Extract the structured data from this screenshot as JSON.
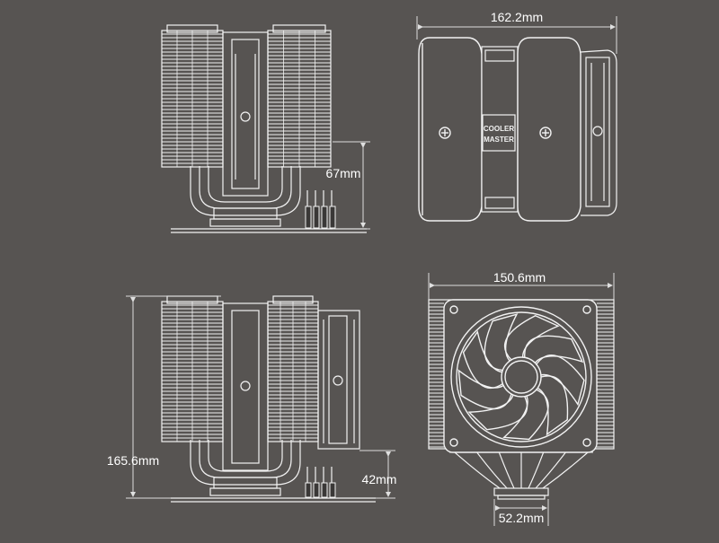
{
  "colors": {
    "background": "#575452",
    "line": "#f2f2f2",
    "dim": "#dcdcdc",
    "fill_dark": "#3a3837"
  },
  "logo": {
    "line1": "COOLER",
    "line2": "MASTER"
  },
  "dimensions": {
    "top_width": "162.2mm",
    "clearance_top_view": "67mm",
    "total_height": "165.6mm",
    "clearance_side_view": "42mm",
    "front_width": "150.6mm",
    "base_width": "52.2mm"
  },
  "views": {
    "front_left": "front-view-without-fan",
    "top_right": "top-view",
    "side_left": "side-view-with-fan",
    "front_right": "front-view-with-fan"
  }
}
